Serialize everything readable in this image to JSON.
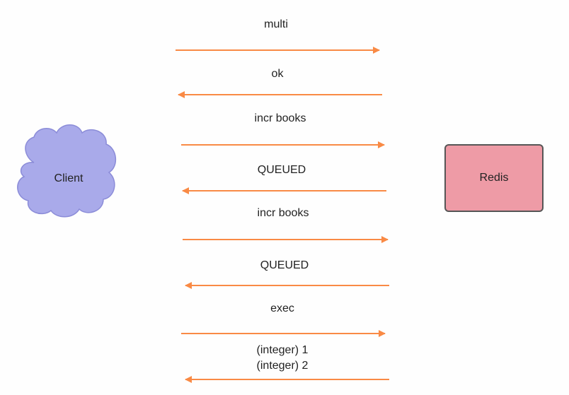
{
  "participants": {
    "client": {
      "label": "Client",
      "color": "#a9aaea",
      "shape": "cloud"
    },
    "redis": {
      "label": "Redis",
      "color": "#ee9ba6",
      "shape": "rounded-rectangle"
    }
  },
  "arrow_color": "#f98a45",
  "messages": [
    {
      "direction": "to-redis",
      "label": "multi"
    },
    {
      "direction": "to-client",
      "label": "ok"
    },
    {
      "direction": "to-redis",
      "label": "incr books"
    },
    {
      "direction": "to-client",
      "label": "QUEUED"
    },
    {
      "direction": "to-redis",
      "label": "incr books"
    },
    {
      "direction": "to-client",
      "label": "QUEUED"
    },
    {
      "direction": "to-redis",
      "label": "exec"
    },
    {
      "direction": "to-client",
      "label": "(integer) 1"
    },
    {
      "direction": "to-client",
      "label": "(integer) 2"
    }
  ]
}
